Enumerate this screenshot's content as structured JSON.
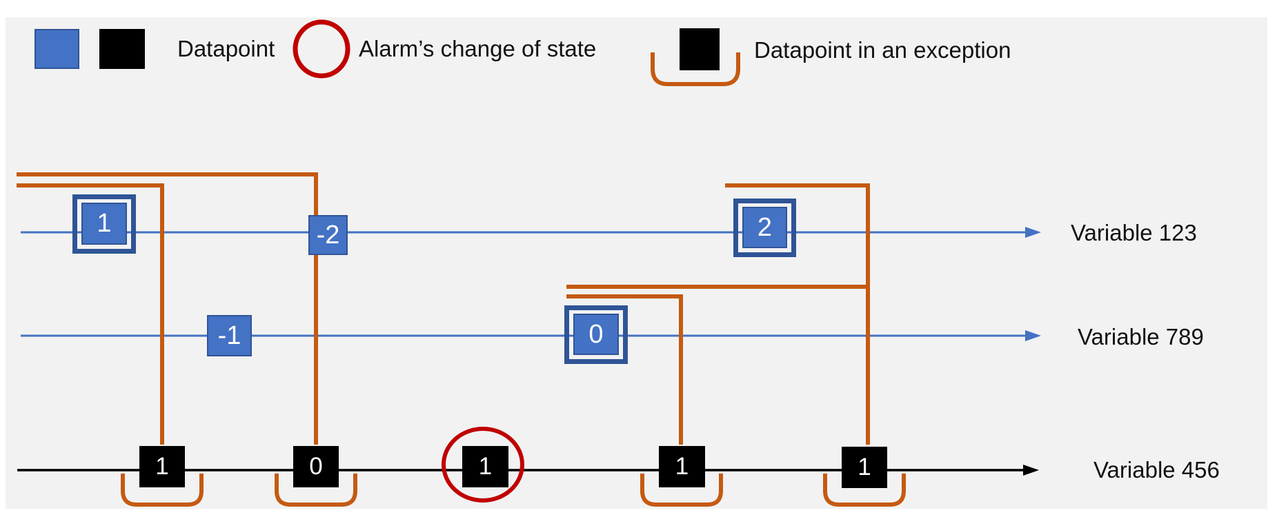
{
  "colors": {
    "slide_background": "#F2F2F2",
    "datapoint_blue_fill": "#4472C4",
    "datapoint_blue_border": "#2F5496",
    "datapoint_black": "#000000",
    "exception_orange": "#C55A11",
    "alarm_red": "#C00000"
  },
  "legend": {
    "datapoint": {
      "label": "Datapoint"
    },
    "alarm": {
      "label": "Alarm’s change of state"
    },
    "exception": {
      "label": "Datapoint in an exception"
    }
  },
  "timelines": [
    {
      "name": "Variable 123",
      "line_color": "#4472C4",
      "datapoints": [
        {
          "value": "1",
          "style": "double-border",
          "in_exception": true
        },
        {
          "value": "-2",
          "style": "plain"
        },
        {
          "value": "2",
          "style": "double-border",
          "in_exception": true
        }
      ]
    },
    {
      "name": "Variable 789",
      "line_color": "#4472C4",
      "datapoints": [
        {
          "value": "-1",
          "style": "plain"
        },
        {
          "value": "0",
          "style": "double-border",
          "in_exception": true
        }
      ]
    },
    {
      "name": "Variable 456",
      "line_color": "#000000",
      "datapoints": [
        {
          "value": "1",
          "style": "black",
          "in_exception": true
        },
        {
          "value": "0",
          "style": "black",
          "in_exception": true
        },
        {
          "value": "1",
          "style": "black",
          "alarm_change_of_state": true
        },
        {
          "value": "1",
          "style": "black",
          "in_exception": true
        },
        {
          "value": "1",
          "style": "black",
          "in_exception": true
        }
      ]
    }
  ]
}
